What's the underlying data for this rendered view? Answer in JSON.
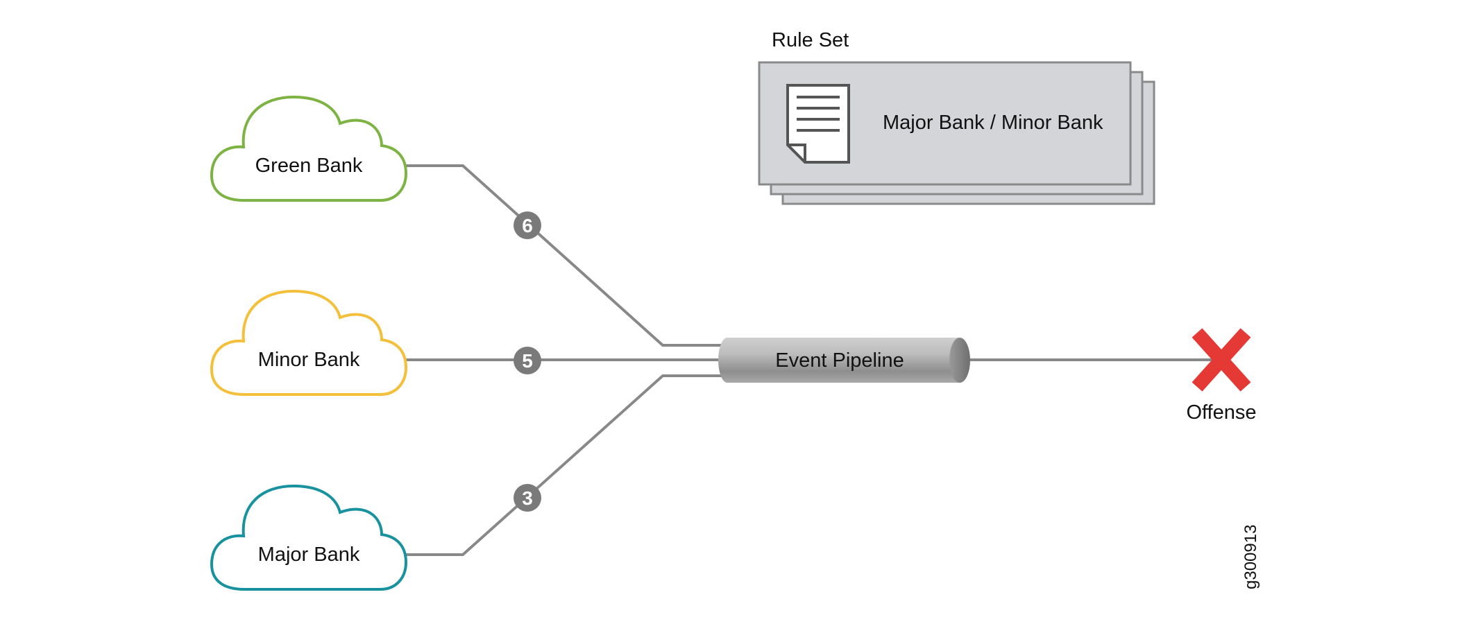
{
  "rule_set": {
    "title": "Rule Set",
    "document_label": "Major Bank / Minor Bank",
    "icon": "document-icon"
  },
  "sources": [
    {
      "id": "green",
      "label": "Green Bank",
      "color": "#7cb342",
      "count": "6"
    },
    {
      "id": "minor",
      "label": "Minor Bank",
      "color": "#f4bf3a",
      "count": "5"
    },
    {
      "id": "major",
      "label": "Major Bank",
      "color": "#17929e",
      "count": "3"
    }
  ],
  "pipeline": {
    "label": "Event Pipeline"
  },
  "offense": {
    "label": "Offense",
    "icon": "red-x-icon",
    "color": "#e53935"
  },
  "figure_id": "g300913",
  "colors": {
    "line": "#888888",
    "badge": "#7a7a7a",
    "sheet": "#d4d5d8",
    "sheet_border": "#8a8a8a"
  }
}
